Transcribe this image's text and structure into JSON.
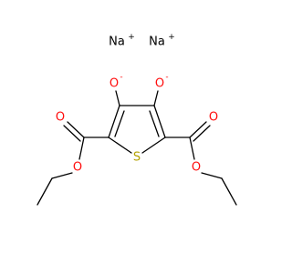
{
  "structure": {
    "counterions": [
      {
        "symbol": "Na",
        "charge": "+"
      },
      {
        "symbol": "Na",
        "charge": "+"
      }
    ],
    "oxide_left": {
      "symbol": "O",
      "charge": "-"
    },
    "oxide_right": {
      "symbol": "O",
      "charge": "-"
    },
    "ring_sulfur": {
      "symbol": "S"
    },
    "ester_left": {
      "carbonyl_o": "O",
      "ether_o": "O"
    },
    "ester_right": {
      "carbonyl_o": "O",
      "ether_o": "O"
    }
  },
  "colors": {
    "bond": "#000000",
    "oxygen": "#ff0d0d",
    "sulfur": "#b3a100",
    "sodium": "#000000"
  }
}
